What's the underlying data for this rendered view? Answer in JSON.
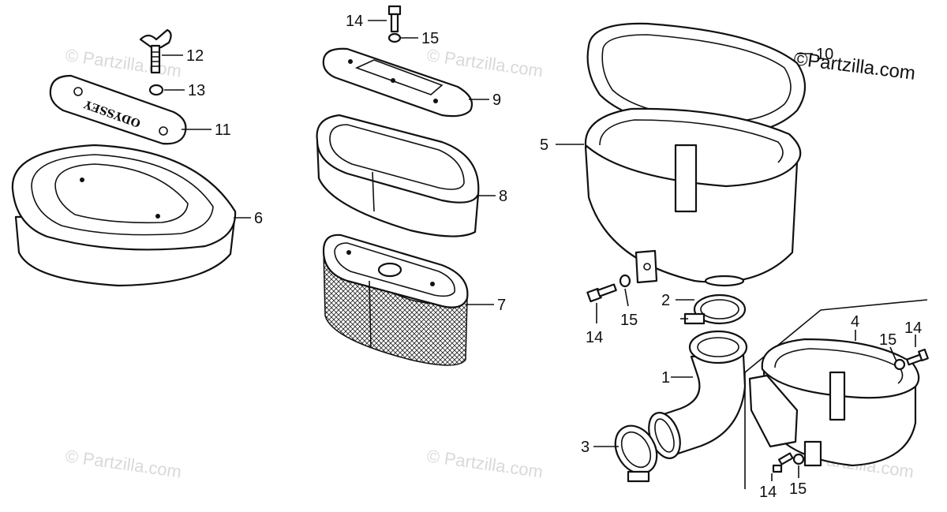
{
  "watermark": {
    "text": "© Partzilla.com",
    "brand_text": "©Partzilla.com"
  },
  "diagram": {
    "cover_lettering": "ODYSSEY",
    "callouts": [
      {
        "id": "c12",
        "label": "12"
      },
      {
        "id": "c13",
        "label": "13"
      },
      {
        "id": "c11",
        "label": "11"
      },
      {
        "id": "c6",
        "label": "6"
      },
      {
        "id": "c14a",
        "label": "14"
      },
      {
        "id": "c15a",
        "label": "15"
      },
      {
        "id": "c9",
        "label": "9"
      },
      {
        "id": "c8",
        "label": "8"
      },
      {
        "id": "c7",
        "label": "7"
      },
      {
        "id": "c10",
        "label": "10"
      },
      {
        "id": "c5",
        "label": "5"
      },
      {
        "id": "c2",
        "label": "2"
      },
      {
        "id": "c14b",
        "label": "14"
      },
      {
        "id": "c15b",
        "label": "15"
      },
      {
        "id": "c1",
        "label": "1"
      },
      {
        "id": "c3",
        "label": "3"
      },
      {
        "id": "c4",
        "label": "4"
      },
      {
        "id": "c15c",
        "label": "15"
      },
      {
        "id": "c14c",
        "label": "14"
      },
      {
        "id": "c14d",
        "label": "14"
      },
      {
        "id": "c15d",
        "label": "15"
      }
    ]
  }
}
